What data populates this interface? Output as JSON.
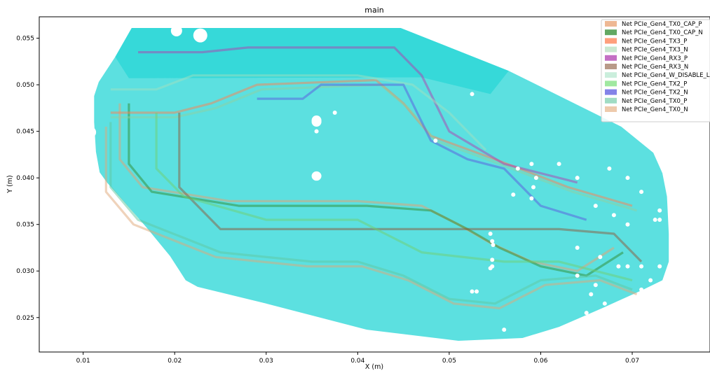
{
  "chart_data": {
    "type": "area",
    "title": "main",
    "xlabel": "X (m)",
    "ylabel": "Y (m)",
    "xlim": [
      0.0052,
      0.0785
    ],
    "ylim": [
      0.0213,
      0.0573
    ],
    "x_ticks": [
      0.01,
      0.02,
      0.03,
      0.04,
      0.05,
      0.06,
      0.07
    ],
    "y_ticks": [
      0.025,
      0.03,
      0.035,
      0.04,
      0.045,
      0.05,
      0.055
    ],
    "x_tick_labels": [
      "0.01",
      "0.02",
      "0.03",
      "0.04",
      "0.05",
      "0.06",
      "0.07"
    ],
    "y_tick_labels": [
      "0.025",
      "0.030",
      "0.035",
      "0.040",
      "0.045",
      "0.050",
      "0.055"
    ],
    "grid": false,
    "legend_position": "top-right",
    "copper_pour": {
      "color": "#17d3d3",
      "outline": [
        [
          0.0153,
          0.0561
        ],
        [
          0.0447,
          0.0561
        ],
        [
          0.0565,
          0.0515
        ],
        [
          0.0688,
          0.0455
        ],
        [
          0.0723,
          0.0427
        ],
        [
          0.0733,
          0.0405
        ],
        [
          0.0738,
          0.038
        ],
        [
          0.074,
          0.034
        ],
        [
          0.074,
          0.031
        ],
        [
          0.0733,
          0.029
        ],
        [
          0.0712,
          0.028
        ],
        [
          0.0667,
          0.026
        ],
        [
          0.062,
          0.024
        ],
        [
          0.058,
          0.0228
        ],
        [
          0.051,
          0.0225
        ],
        [
          0.041,
          0.0237
        ],
        [
          0.03,
          0.0265
        ],
        [
          0.0225,
          0.0283
        ],
        [
          0.0212,
          0.029
        ],
        [
          0.0195,
          0.0316
        ],
        [
          0.0169,
          0.0347
        ],
        [
          0.0144,
          0.0375
        ],
        [
          0.0126,
          0.0395
        ],
        [
          0.0118,
          0.0406
        ],
        [
          0.0114,
          0.0428
        ],
        [
          0.0112,
          0.046
        ],
        [
          0.0112,
          0.0488
        ],
        [
          0.0117,
          0.0503
        ],
        [
          0.0135,
          0.053
        ],
        [
          0.0153,
          0.0561
        ]
      ],
      "dense_region": [
        [
          0.0153,
          0.0561
        ],
        [
          0.0447,
          0.0561
        ],
        [
          0.0565,
          0.0515
        ],
        [
          0.0545,
          0.049
        ],
        [
          0.047,
          0.0508
        ],
        [
          0.015,
          0.0507
        ],
        [
          0.0135,
          0.053
        ]
      ]
    },
    "series": [
      {
        "name": "Net PCIe_Gen4_TX0_CAP_P",
        "color": "#e8a070",
        "x": [
          0.014,
          0.014,
          0.0165,
          0.026,
          0.04,
          0.047,
          0.051,
          0.0545,
          0.059,
          0.064,
          0.068
        ],
        "y": [
          0.048,
          0.042,
          0.039,
          0.0375,
          0.0375,
          0.037,
          0.035,
          0.033,
          0.031,
          0.03,
          0.0325
        ]
      },
      {
        "name": "Net PCIe_Gen4_TX0_CAP_N",
        "color": "#2e8b2e",
        "x": [
          0.015,
          0.015,
          0.0175,
          0.027,
          0.041,
          0.048,
          0.052,
          0.0555,
          0.06,
          0.065,
          0.069
        ],
        "y": [
          0.048,
          0.0415,
          0.0385,
          0.037,
          0.037,
          0.0365,
          0.0345,
          0.0325,
          0.0305,
          0.0295,
          0.032
        ]
      },
      {
        "name": "Net PCIe_Gen4_TX3_P",
        "color": "#ff7f50",
        "x": [
          0.013,
          0.02,
          0.024,
          0.029,
          0.042,
          0.045,
          0.048,
          0.055,
          0.063,
          0.07
        ],
        "y": [
          0.047,
          0.047,
          0.048,
          0.05,
          0.0505,
          0.048,
          0.0445,
          0.042,
          0.039,
          0.037
        ]
      },
      {
        "name": "Net PCIe_Gen4_TX3_N",
        "color": "#90d0a0",
        "x": [
          0.013,
          0.02,
          0.0245,
          0.0295,
          0.0425,
          0.0455,
          0.0485,
          0.0555,
          0.0635,
          0.0705
        ],
        "y": [
          0.0465,
          0.0465,
          0.0475,
          0.0495,
          0.05,
          0.0475,
          0.044,
          0.0415,
          0.0385,
          0.0365
        ]
      },
      {
        "name": "Net PCIe_Gen4_RX3_P",
        "color": "#b040b0",
        "x": [
          0.016,
          0.023,
          0.028,
          0.044,
          0.047,
          0.05,
          0.056,
          0.064
        ],
        "y": [
          0.0535,
          0.0535,
          0.054,
          0.054,
          0.051,
          0.045,
          0.0415,
          0.0395
        ]
      },
      {
        "name": "Net PCIe_Gen4_RX3_N",
        "color": "#8b5a3c",
        "x": [
          0.0205,
          0.0205,
          0.025,
          0.033,
          0.047,
          0.056,
          0.062,
          0.068,
          0.071
        ],
        "y": [
          0.047,
          0.039,
          0.0345,
          0.0345,
          0.0345,
          0.0345,
          0.0345,
          0.034,
          0.031
        ]
      },
      {
        "name": "Net PCIe_Gen4_W_DISABLE_L",
        "color": "#a0e0c0",
        "x": [
          0.013,
          0.018,
          0.022,
          0.033,
          0.04,
          0.046,
          0.05,
          0.054
        ],
        "y": [
          0.0495,
          0.0495,
          0.051,
          0.051,
          0.051,
          0.05,
          0.047,
          0.043
        ]
      },
      {
        "name": "Net PCIe_Gen4_TX2_P",
        "color": "#70d070",
        "x": [
          0.018,
          0.018,
          0.021,
          0.03,
          0.04,
          0.043,
          0.047,
          0.056,
          0.062,
          0.07
        ],
        "y": [
          0.047,
          0.041,
          0.038,
          0.0355,
          0.0355,
          0.034,
          0.032,
          0.031,
          0.031,
          0.029
        ]
      },
      {
        "name": "Net PCIe_Gen4_TX2_N",
        "color": "#5a5ae0",
        "x": [
          0.029,
          0.034,
          0.036,
          0.045,
          0.048,
          0.052,
          0.056,
          0.06,
          0.065
        ],
        "y": [
          0.0485,
          0.0485,
          0.05,
          0.05,
          0.044,
          0.042,
          0.041,
          0.037,
          0.0355
        ]
      },
      {
        "name": "Net PCIe_Gen4_TX0_P",
        "color": "#60c8a0",
        "x": [
          0.013,
          0.013,
          0.016,
          0.025,
          0.035,
          0.04,
          0.045,
          0.05,
          0.055,
          0.06,
          0.066,
          0.07
        ],
        "y": [
          0.046,
          0.039,
          0.0355,
          0.032,
          0.031,
          0.031,
          0.0295,
          0.027,
          0.0265,
          0.029,
          0.0295,
          0.028
        ]
      },
      {
        "name": "Net PCIe_Gen4_TX0_N",
        "color": "#e0a878",
        "x": [
          0.0125,
          0.0125,
          0.0155,
          0.0245,
          0.0345,
          0.0405,
          0.0455,
          0.0505,
          0.0555,
          0.0605,
          0.0665,
          0.0705
        ],
        "y": [
          0.0455,
          0.0385,
          0.035,
          0.0315,
          0.0305,
          0.0305,
          0.029,
          0.0265,
          0.026,
          0.0285,
          0.029,
          0.0275
        ]
      }
    ],
    "vias": [
      [
        0.0108,
        0.0449
      ],
      [
        0.0102,
        0.0473
      ],
      [
        0.0202,
        0.0558
      ],
      [
        0.0228,
        0.0553
      ],
      [
        0.0355,
        0.045
      ],
      [
        0.0525,
        0.049
      ],
      [
        0.0485,
        0.044
      ],
      [
        0.059,
        0.0415
      ],
      [
        0.0575,
        0.041
      ],
      [
        0.0595,
        0.04
      ],
      [
        0.0592,
        0.039
      ],
      [
        0.057,
        0.0382
      ],
      [
        0.059,
        0.0378
      ],
      [
        0.062,
        0.0415
      ],
      [
        0.064,
        0.04
      ],
      [
        0.0675,
        0.041
      ],
      [
        0.0695,
        0.04
      ],
      [
        0.071,
        0.0385
      ],
      [
        0.073,
        0.0365
      ],
      [
        0.0725,
        0.0355
      ],
      [
        0.073,
        0.0355
      ],
      [
        0.0695,
        0.035
      ],
      [
        0.068,
        0.036
      ],
      [
        0.066,
        0.037
      ],
      [
        0.0695,
        0.0305
      ],
      [
        0.071,
        0.028
      ],
      [
        0.072,
        0.029
      ],
      [
        0.073,
        0.0305
      ],
      [
        0.0685,
        0.0305
      ],
      [
        0.0665,
        0.0315
      ],
      [
        0.064,
        0.0325
      ],
      [
        0.0655,
        0.0275
      ],
      [
        0.066,
        0.0285
      ],
      [
        0.064,
        0.0295
      ],
      [
        0.065,
        0.0255
      ],
      [
        0.067,
        0.0265
      ],
      [
        0.056,
        0.0237
      ],
      [
        0.053,
        0.0278
      ],
      [
        0.0525,
        0.0278
      ],
      [
        0.0545,
        0.034
      ],
      [
        0.0547,
        0.0332
      ],
      [
        0.0548,
        0.0328
      ],
      [
        0.0547,
        0.0312
      ],
      [
        0.0547,
        0.0305
      ],
      [
        0.0545,
        0.0303
      ],
      [
        0.0375,
        0.047
      ],
      [
        0.071,
        0.0305
      ]
    ],
    "slots": [
      {
        "x": 0.0355,
        "y0": 0.0455,
        "y1": 0.0467
      },
      {
        "x": 0.0355,
        "y0": 0.0397,
        "y1": 0.0407
      }
    ]
  },
  "legend": {
    "entries": [
      {
        "label": "Net PCIe_Gen4_TX0_CAP_P",
        "color": "#e8a070"
      },
      {
        "label": "Net PCIe_Gen4_TX0_CAP_N",
        "color": "#2e8b2e"
      },
      {
        "label": "Net PCIe_Gen4_TX3_P",
        "color": "#ff7f50"
      },
      {
        "label": "Net PCIe_Gen4_TX3_N",
        "color": "#b8e0c0"
      },
      {
        "label": "Net PCIe_Gen4_RX3_P",
        "color": "#b040b0"
      },
      {
        "label": "Net PCIe_Gen4_RX3_N",
        "color": "#a07860"
      },
      {
        "label": "Net PCIe_Gen4_W_DISABLE_L",
        "color": "#b8e8d0"
      },
      {
        "label": "Net PCIe_Gen4_TX2_P",
        "color": "#80e080"
      },
      {
        "label": "Net PCIe_Gen4_TX2_N",
        "color": "#5a5ae0"
      },
      {
        "label": "Net PCIe_Gen4_TX0_P",
        "color": "#80d0b0"
      },
      {
        "label": "Net PCIe_Gen4_TX0_N",
        "color": "#e8b890"
      }
    ]
  }
}
